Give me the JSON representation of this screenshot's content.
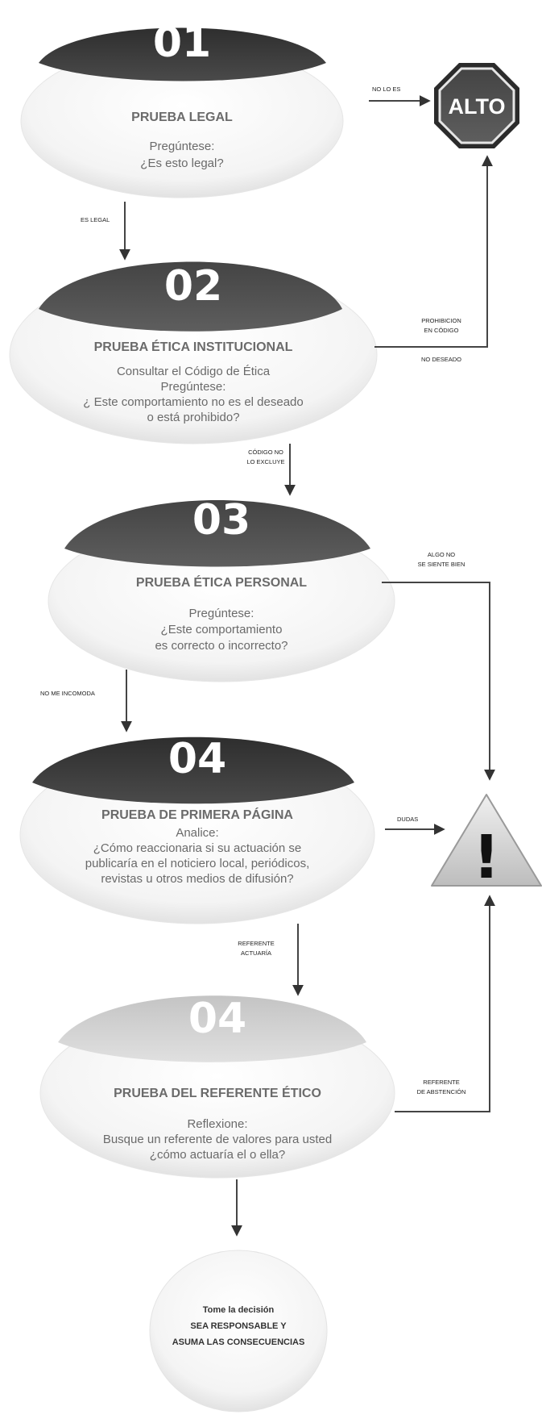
{
  "steps": [
    {
      "number": "01",
      "title": "PRUEBA LEGAL",
      "lines": [
        "Pregúntese:",
        "¿Es esto legal?"
      ]
    },
    {
      "number": "02",
      "title": "PRUEBA ÉTICA INSTITUCIONAL",
      "lines": [
        "Consultar el Código de Ética",
        "Pregúntese:",
        "¿ Este comportamiento no es el deseado",
        "o está prohibido?"
      ]
    },
    {
      "number": "03",
      "title": "PRUEBA ÉTICA PERSONAL",
      "lines": [
        "Pregúntese:",
        "¿Este comportamiento",
        "es correcto o incorrecto?"
      ]
    },
    {
      "number": "04",
      "title": "PRUEBA DE PRIMERA PÁGINA",
      "lines": [
        "Analice:",
        "¿Cómo reaccionaria si su actuación se",
        "publicaría en el noticiero local, periódicos,",
        "revistas  u otros medios de difusión?"
      ]
    },
    {
      "number": "04",
      "title": "PRUEBA DEL REFERENTE ÉTICO",
      "lines": [
        "Reflexione:",
        "Busque un referente de valores para usted",
        "¿cómo actuaría el o ella?"
      ]
    }
  ],
  "stop_sign": {
    "label": "ALTO"
  },
  "warning_sign": {
    "symbol": "!"
  },
  "connectors": {
    "no_lo_es": "NO LO ES",
    "es_legal": "ES LEGAL",
    "prohibicion": [
      "PROHIBICION",
      "EN CÓDIGO"
    ],
    "no_deseado": "NO DESEADO",
    "codigo_no_lo_excluye": [
      "CÓDIGO NO",
      "LO EXCLUYE"
    ],
    "algo_no_se_siente_bien": [
      "ALGO NO",
      "SE SIENTE BIEN"
    ],
    "no_me_incomoda": "NO ME INCOMODA",
    "dudas": "DUDAS",
    "referente_actuaria": [
      "REFERENTE",
      "ACTUARÍA"
    ],
    "referente_de_abstencion": [
      "REFERENTE",
      "DE ABSTENCIÓN"
    ]
  },
  "final": {
    "lines": [
      "Tome la decisión",
      "SEA RESPONSABLE Y",
      "ASUMA LAS CONSECUENCIAS"
    ]
  },
  "colors": {
    "cap_dark": "#3d3d3d",
    "cap_mid": "#555555",
    "cap_light": "#cfcfcf",
    "stop_fill": "#3a3a3a",
    "warning_fill": "#d9d9d9"
  }
}
